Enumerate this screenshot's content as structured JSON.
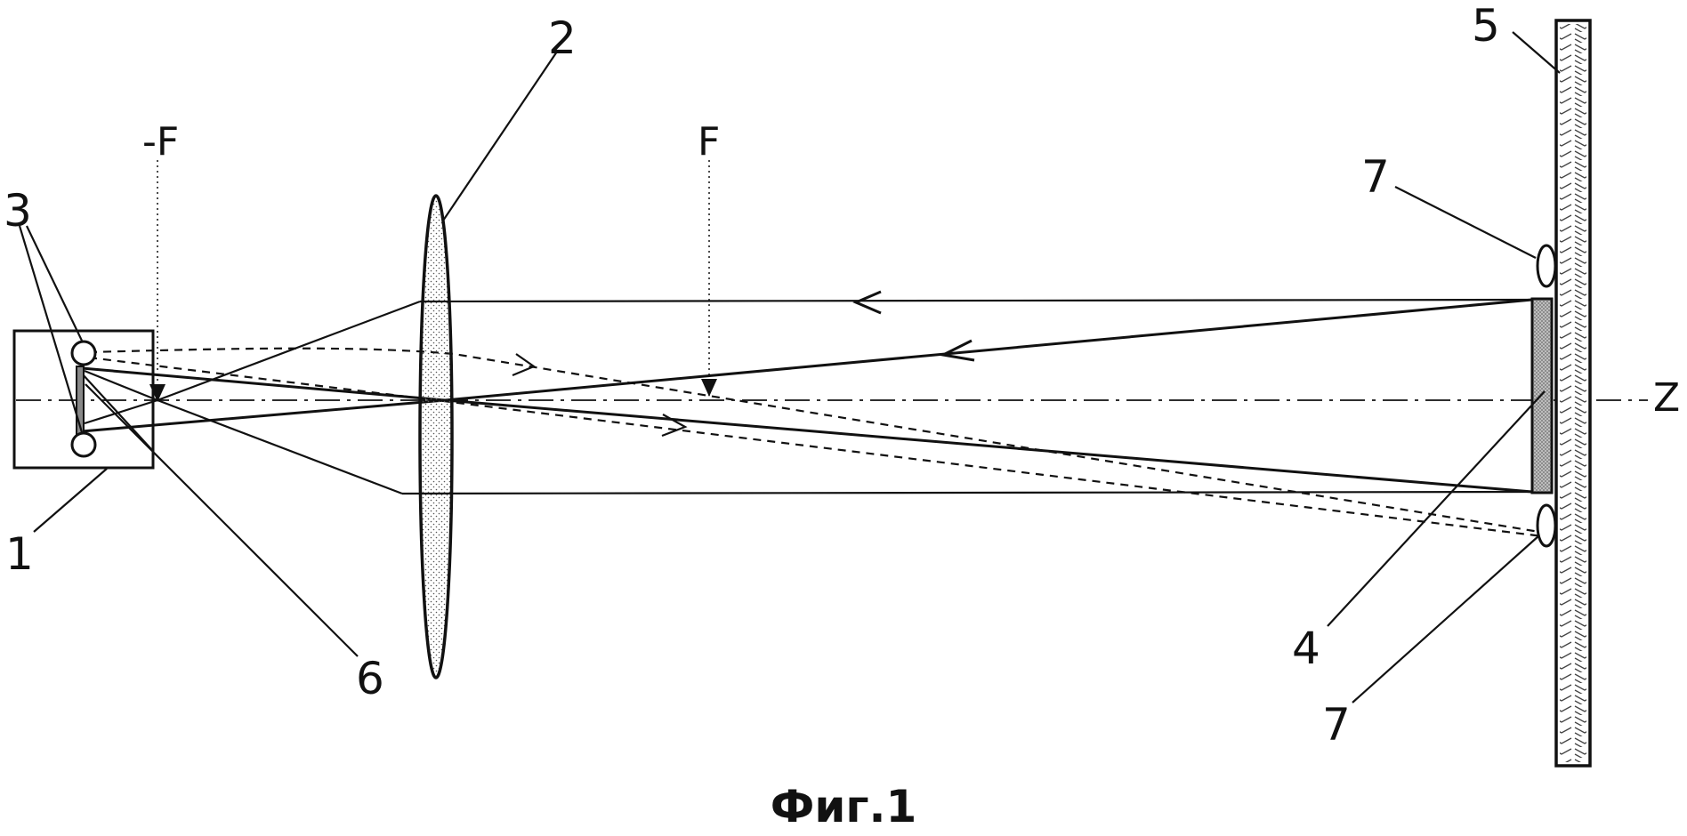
{
  "labels": {
    "source": "1",
    "lens": "2",
    "emitters": "3",
    "target": "4",
    "screen": "5",
    "detector": "6",
    "reflector_top": "7",
    "reflector_bottom": "7",
    "neg_focus": "-F",
    "pos_focus": "F",
    "axis": "Z"
  },
  "caption": "Фиг.1"
}
